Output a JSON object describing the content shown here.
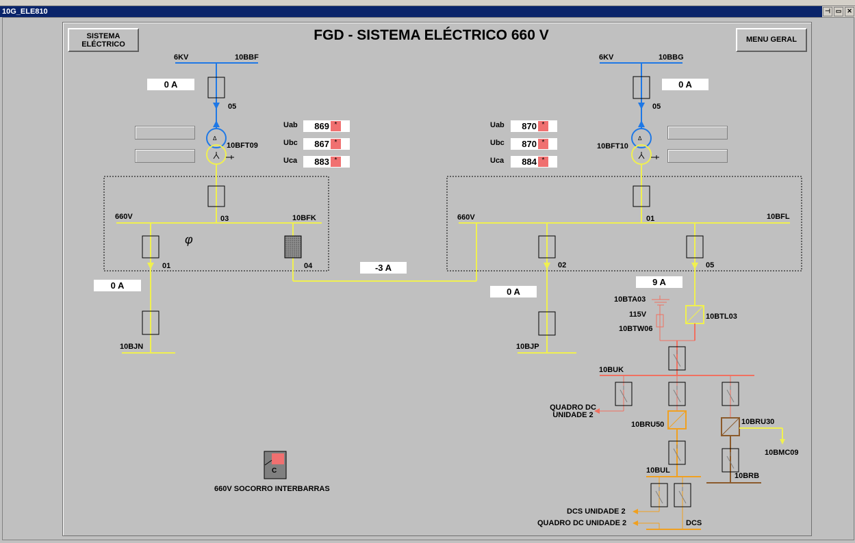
{
  "window": {
    "title": "10G_ELE810",
    "buttons": [
      "⊣",
      "▭",
      "✕"
    ]
  },
  "header": {
    "title": "FGD - SISTEMA ELÉCTRICO 660 V"
  },
  "buttons": {
    "sistema_line1": "SISTEMA",
    "sistema_line2": "ELÉCTRICO",
    "menu_geral": "MENU GERAL"
  },
  "left": {
    "incoming_voltage": "6KV",
    "incoming_bus": "10BBF",
    "breaker_in": "05",
    "current_in": "0  A",
    "transformer": "10BFT09",
    "bus_voltage": "660V",
    "bus_name": "10BFK",
    "breaker_tr": "03",
    "breaker_out": "01",
    "breaker_tie": "04",
    "current_out": "0  A",
    "feeder": "10BJN",
    "phi": "φ",
    "uab_label": "Uab",
    "ubc_label": "Ubc",
    "uca_label": "Uca",
    "uab": "869",
    "ubc": "867",
    "uca": "883"
  },
  "right": {
    "incoming_voltage": "6KV",
    "incoming_bus": "10BBG",
    "breaker_in": "05",
    "current_in": "0  A",
    "transformer": "10BFT10",
    "bus_voltage": "660V",
    "bus_name": "10BFL",
    "breaker_tr": "01",
    "breaker_out": "02",
    "breaker_ups": "05",
    "current_out": "0  A",
    "current_ups": "9  A",
    "feeder": "10BJP",
    "uab_label": "Uab",
    "ubc_label": "Ubc",
    "uca_label": "Uca",
    "uab": "870",
    "ubc": "870",
    "uca": "884"
  },
  "alarm_mark": "*",
  "tie_current": "-3  A",
  "dc": {
    "battery": "10BTA03",
    "voltage": "115V",
    "fuse": "10BTW06",
    "charger": "10BTL03",
    "bus": "10BUK",
    "quadro_line1": "QUADRO DC",
    "quadro_line2": "UNIDADE 2",
    "converter1": "10BRU50",
    "converter2": "10BRU30",
    "out_bmc": "10BMC09",
    "bus_brb": "10BRB",
    "bus_bul": "10BUL",
    "dcs_unidade": "DCS UNIDADE 2",
    "quadro_dc_unidade": "QUADRO DC UNIDADE 2",
    "dcs": "DCS"
  },
  "coupling": {
    "label": "660V SOCORRO INTERBARRAS",
    "mode": "C"
  },
  "colors": {
    "hv": "#1e78e6",
    "lv": "#f0f050",
    "dc": "#f07060",
    "dc2": "#f0a020",
    "dc3": "#8b5a2b"
  }
}
